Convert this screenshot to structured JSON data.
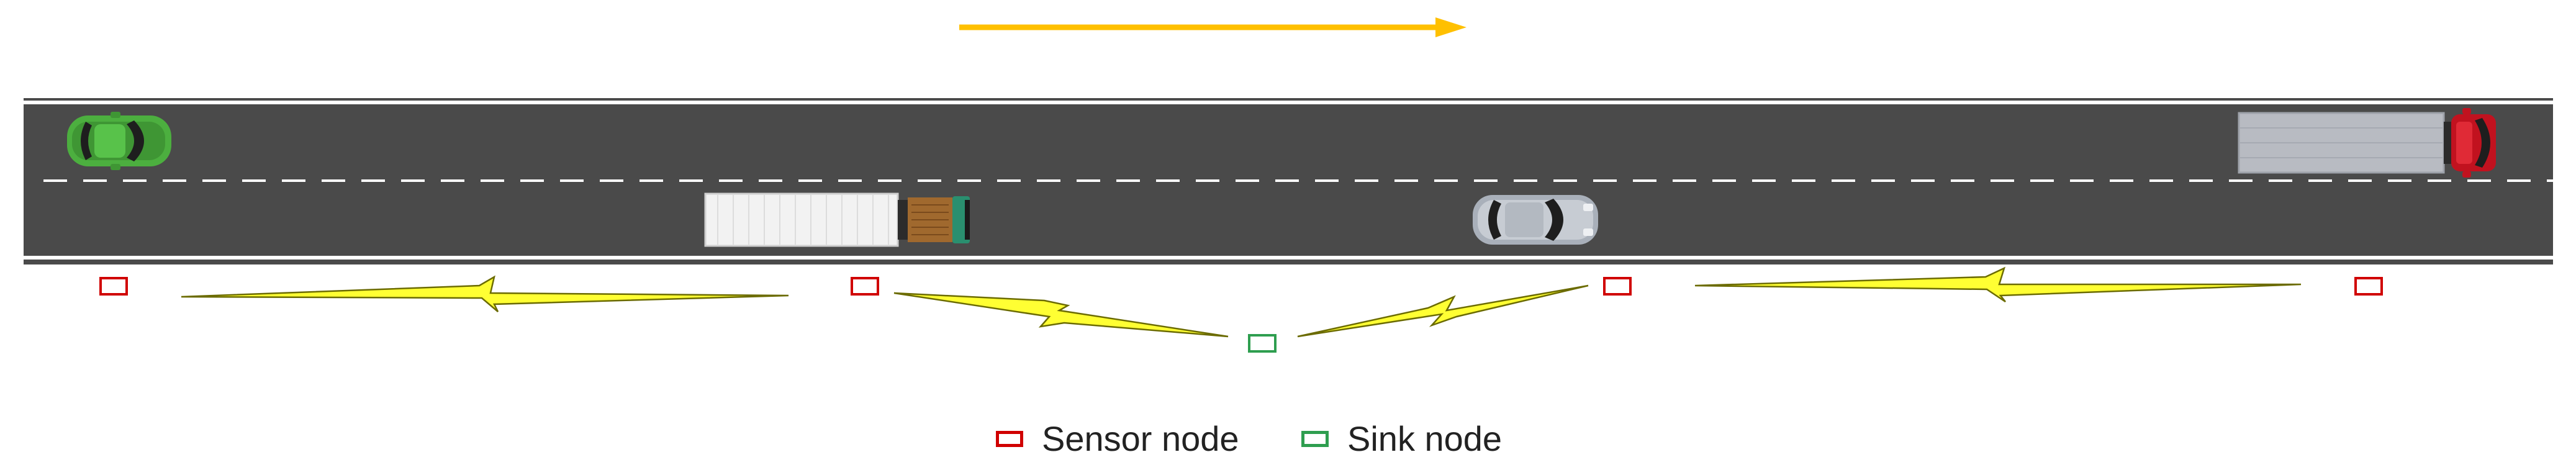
{
  "colors": {
    "road_asphalt": "#4a4a4a",
    "road_edge_line": "#ffffff",
    "lane_divider": "#ffffff",
    "direction_arrow": "#ffc000",
    "sensor_node": "#d00000",
    "sink_node": "#2e9e4f",
    "wireless_link_fill": "#ffff33",
    "wireless_link_stroke": "#6b6b00"
  },
  "direction_arrow": {
    "icon": "arrow-right-icon",
    "points": "right"
  },
  "vehicles": [
    {
      "type": "car",
      "color": "#4caf3f",
      "lane": "top",
      "facing": "right"
    },
    {
      "type": "semi-trailer-truck",
      "color": "#f2f2f2",
      "cab_color": "#8b5a2b",
      "lane": "bottom",
      "facing": "right"
    },
    {
      "type": "car",
      "color": "#a9b0ba",
      "lane": "bottom",
      "facing": "right"
    },
    {
      "type": "box-truck",
      "color": "#b8bbc2",
      "cab_color": "#c1121f",
      "lane": "top",
      "facing": "right"
    }
  ],
  "nodes": {
    "sensors": 4,
    "sinks": 1
  },
  "legend": {
    "sensor_label": "Sensor node",
    "sink_label": "Sink node"
  }
}
